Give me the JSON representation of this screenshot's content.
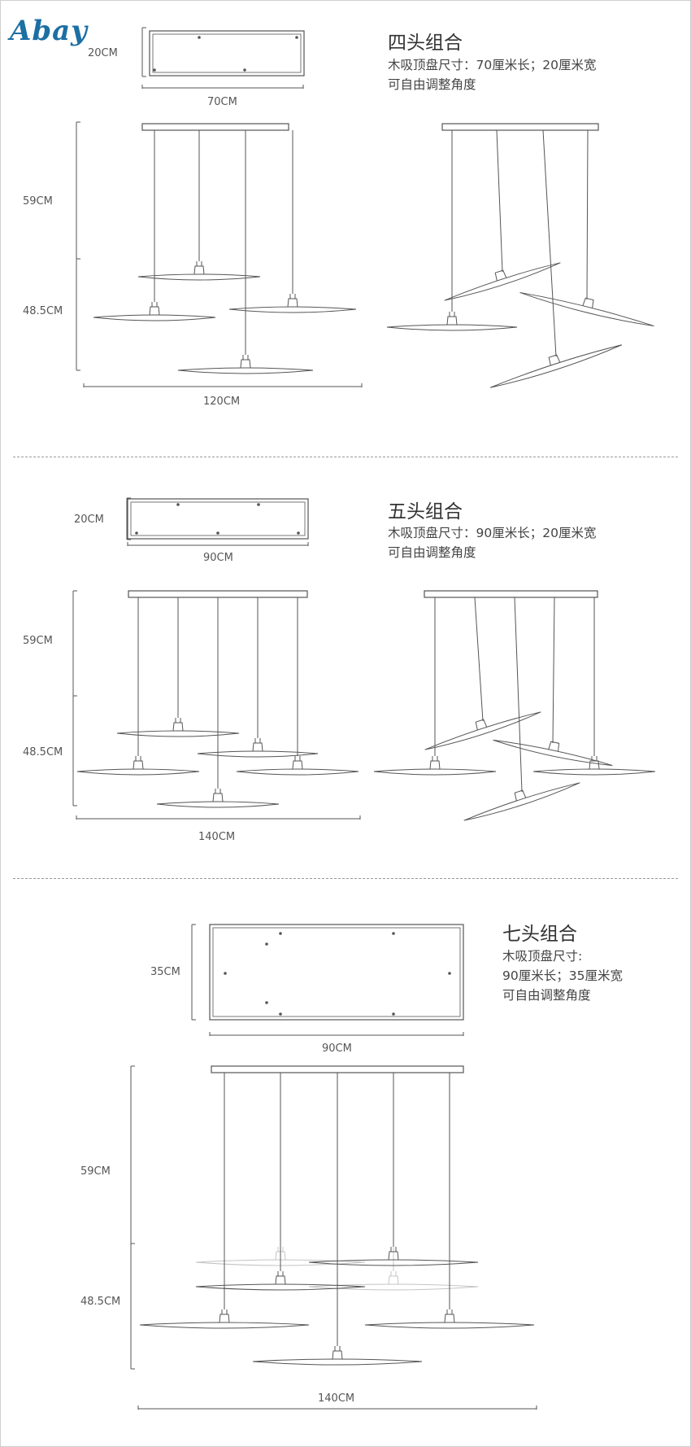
{
  "brand": {
    "logo_text": "Abay"
  },
  "sections": [
    {
      "title": "四头组合",
      "spec_line1": "木吸顶盘尺寸：70厘米长；20厘米宽",
      "spec_line2": "可自由调整角度",
      "plate_height": "20CM",
      "plate_width": "70CM",
      "height_upper": "59CM",
      "height_lower": "48.5CM",
      "total_width": "120CM"
    },
    {
      "title": "五头组合",
      "spec_line1": "木吸顶盘尺寸：90厘米长；20厘米宽",
      "spec_line2": "可自由调整角度",
      "plate_height": "20CM",
      "plate_width": "90CM",
      "height_upper": "59CM",
      "height_lower": "48.5CM",
      "total_width": "140CM"
    },
    {
      "title": "七头组合",
      "spec_line1": "木吸顶盘尺寸:",
      "spec_line2": "90厘米长；35厘米宽",
      "spec_line3": "可自由调整角度",
      "plate_height": "35CM",
      "plate_width": "90CM",
      "height_upper": "59CM",
      "height_lower": "48.5CM",
      "total_width": "140CM"
    }
  ],
  "colors": {
    "line": "#555555",
    "faint": "#c4c4c4",
    "logo": "#1c6fa3"
  }
}
